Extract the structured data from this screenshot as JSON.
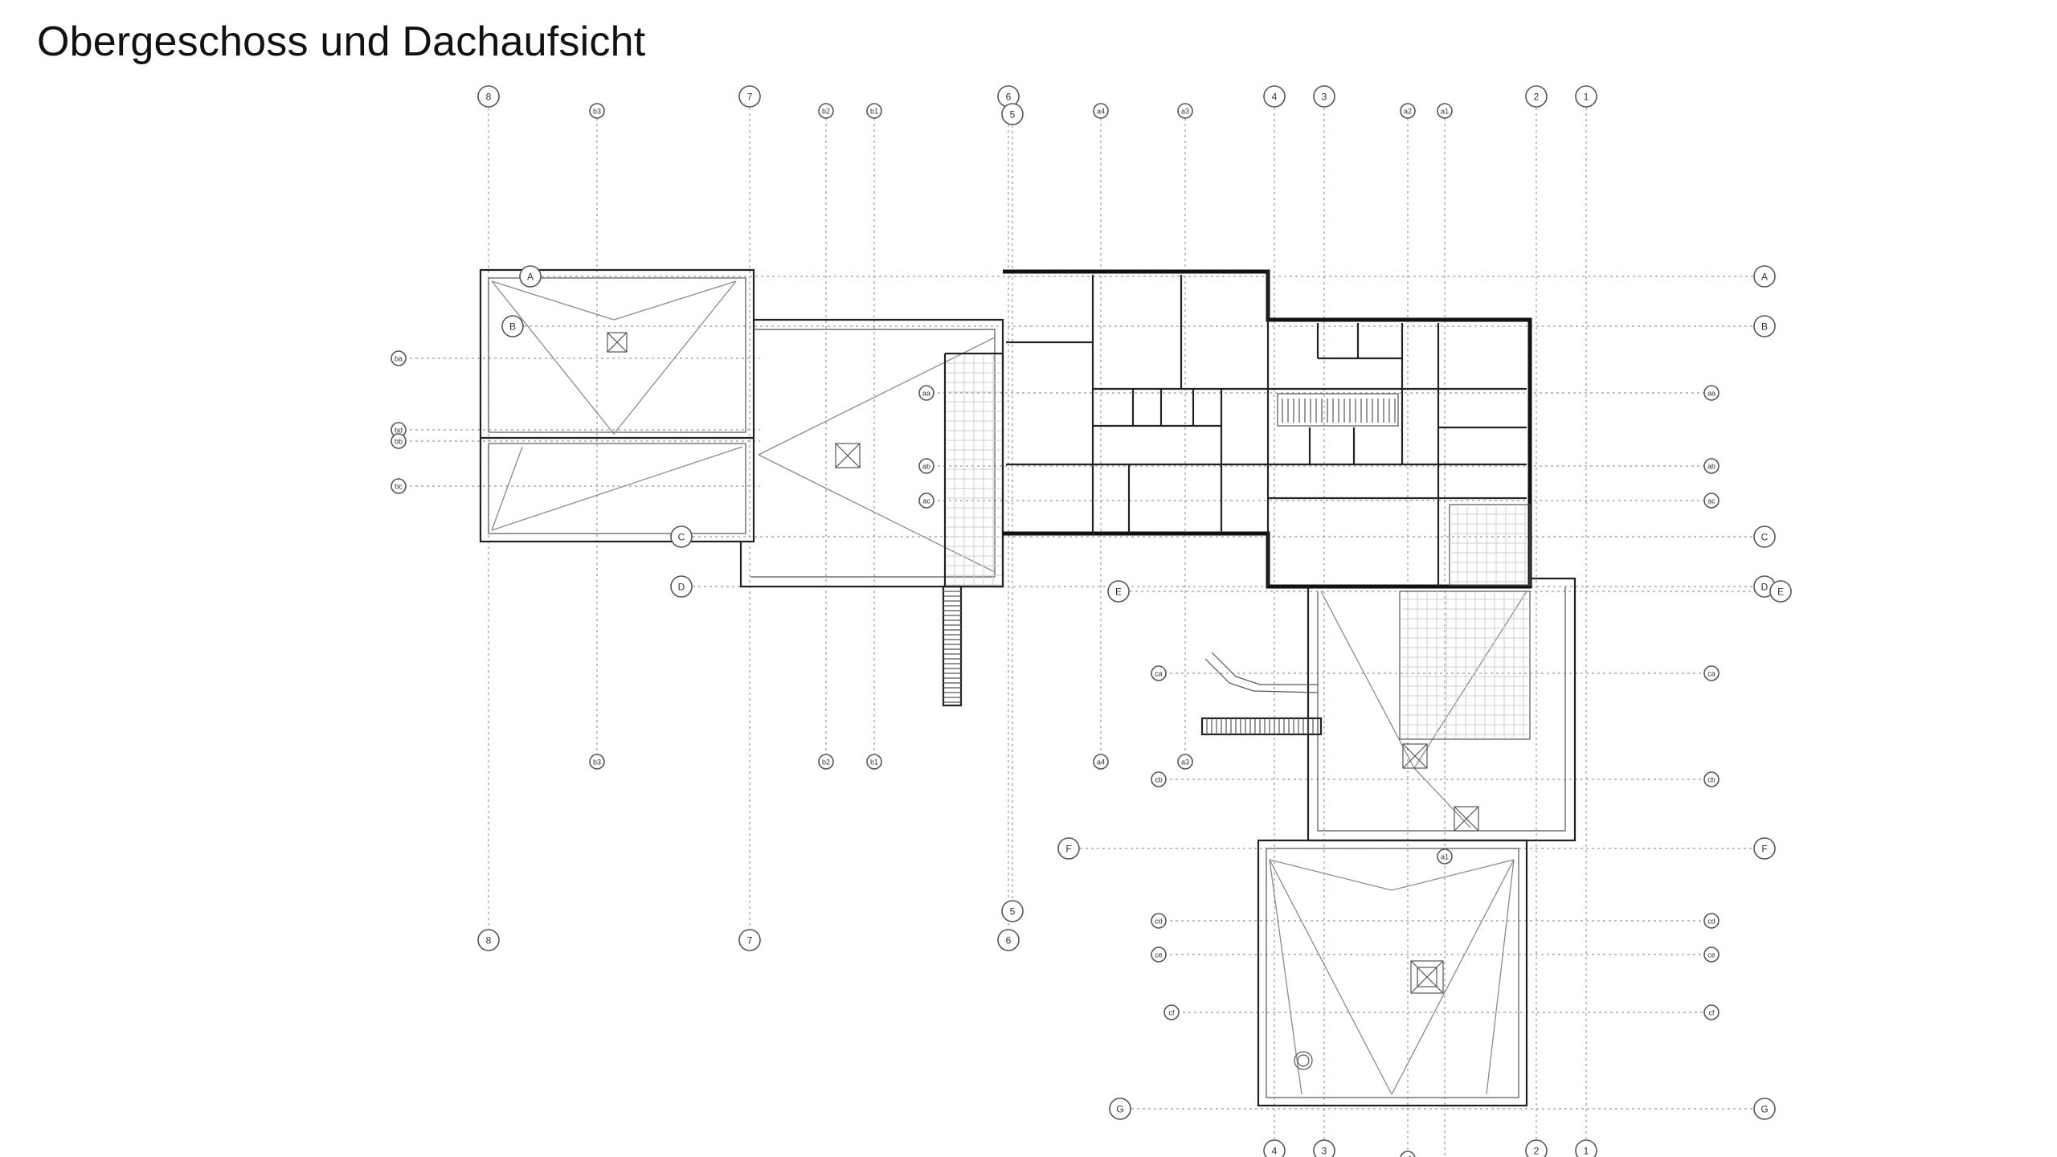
{
  "title": "Obergeschoss und Dachaufsicht",
  "grid": {
    "vertical": [
      {
        "id": "v8",
        "label": "8"
      },
      {
        "id": "vb3",
        "label": "b3"
      },
      {
        "id": "v7",
        "label": "7"
      },
      {
        "id": "vb2",
        "label": "b2"
      },
      {
        "id": "vb1",
        "label": "b1"
      },
      {
        "id": "v6",
        "label": "6"
      },
      {
        "id": "v5",
        "label": "5"
      },
      {
        "id": "va4",
        "label": "a4"
      },
      {
        "id": "va3",
        "label": "a3"
      },
      {
        "id": "v4",
        "label": "4"
      },
      {
        "id": "v3",
        "label": "3"
      },
      {
        "id": "va2",
        "label": "a2"
      },
      {
        "id": "va1",
        "label": "a1"
      },
      {
        "id": "v2",
        "label": "2"
      },
      {
        "id": "v1",
        "label": "1"
      }
    ],
    "horizontal": [
      {
        "id": "hA",
        "label": "A"
      },
      {
        "id": "hB",
        "label": "B"
      },
      {
        "id": "hba",
        "label": "ba"
      },
      {
        "id": "haa",
        "label": "aa"
      },
      {
        "id": "hbd",
        "label": "bd"
      },
      {
        "id": "hbb",
        "label": "bb"
      },
      {
        "id": "hab",
        "label": "ab"
      },
      {
        "id": "hbc",
        "label": "bc"
      },
      {
        "id": "hac",
        "label": "ac"
      },
      {
        "id": "hC",
        "label": "C"
      },
      {
        "id": "hD",
        "label": "D"
      },
      {
        "id": "hE",
        "label": "E"
      },
      {
        "id": "hca",
        "label": "ca"
      },
      {
        "id": "hcb",
        "label": "cb"
      },
      {
        "id": "hF",
        "label": "F"
      },
      {
        "id": "hcd",
        "label": "cd"
      },
      {
        "id": "hce",
        "label": "ce"
      },
      {
        "id": "hcf",
        "label": "cf"
      },
      {
        "id": "hG",
        "label": "G"
      }
    ]
  }
}
